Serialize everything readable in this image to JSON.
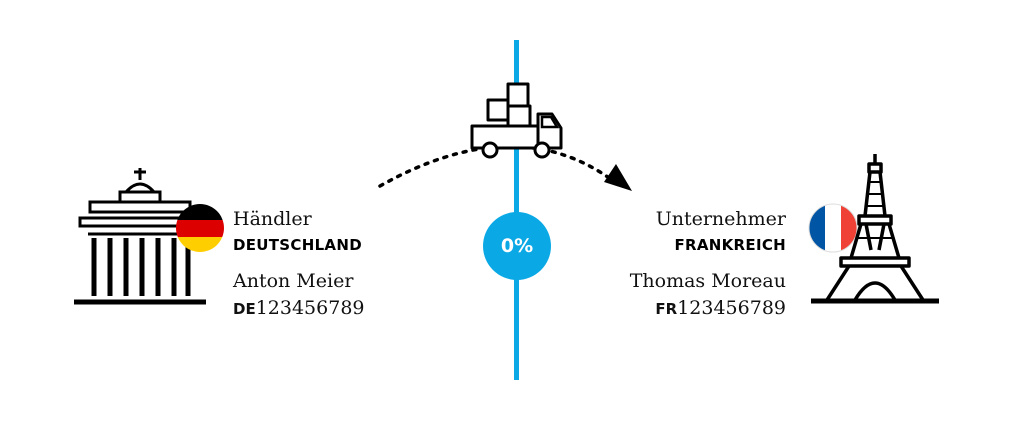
{
  "colors": {
    "accent": "#0aa9e6",
    "ink": "#000000"
  },
  "center": {
    "rate": "0%"
  },
  "seller": {
    "role": "Händler",
    "country": "DEUTSCHLAND",
    "name": "Anton Meier",
    "vat_prefix": "DE",
    "vat_number": "123456789",
    "landmark_icon": "brandenburg-gate-icon",
    "flag_icon": "germany-flag-icon"
  },
  "buyer": {
    "role": "Unternehmer",
    "country": "FRANKREICH",
    "name": "Thomas Moreau",
    "vat_prefix": "FR",
    "vat_number": "123456789",
    "landmark_icon": "eiffel-tower-icon",
    "flag_icon": "france-flag-icon"
  },
  "transport_icon": "delivery-truck-icon"
}
